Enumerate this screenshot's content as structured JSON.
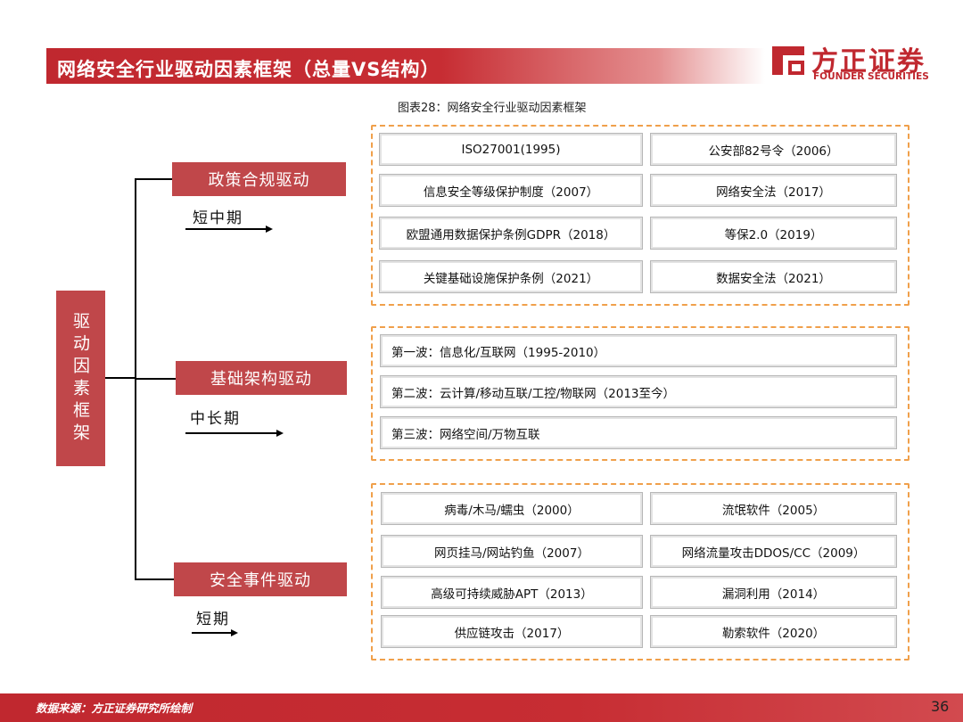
{
  "header": {
    "title": "网络安全行业驱动因素框架（总量VS结构）",
    "logo_cn": "方正证券",
    "logo_en": "FOUNDER SECURITIES"
  },
  "figure": {
    "caption": "图表28：网络安全行业驱动因素框架"
  },
  "diagram": {
    "core_label": "驱动因素框架",
    "categories": [
      {
        "label": "政策合规驱动",
        "term": "短中期",
        "items": [
          "ISO27001(1995)",
          "公安部82号令（2006）",
          "信息安全等级保护制度（2007）",
          "网络安全法（2017）",
          "欧盟通用数据保护条例GDPR（2018）",
          "等保2.0（2019）",
          "关键基础设施保护条例（2021）",
          "数据安全法（2021）"
        ]
      },
      {
        "label": "基础架构驱动",
        "term": "中长期",
        "items": [
          "第一波：信息化/互联网（1995-2010）",
          "第二波：云计算/移动互联/工控/物联网（2013至今）",
          "第三波：网络空间/万物互联"
        ]
      },
      {
        "label": "安全事件驱动",
        "term": "短期",
        "items": [
          "病毒/木马/蠕虫（2000）",
          "流氓软件（2005）",
          "网页挂马/网站钓鱼（2007）",
          "网络流量攻击DDOS/CC（2009）",
          "高级可持续威胁APT（2013）",
          "漏洞利用（2014）",
          "供应链攻击（2017）",
          "勒索软件（2020）"
        ]
      }
    ]
  },
  "footer": {
    "source": "数据来源：方正证券研究所绘制",
    "page": "36"
  },
  "colors": {
    "brand_red": "#c0282f",
    "node_red": "#c0474a",
    "dashed_orange": "#f0a04b"
  },
  "icons": {
    "logo": "founder-logo-icon"
  }
}
